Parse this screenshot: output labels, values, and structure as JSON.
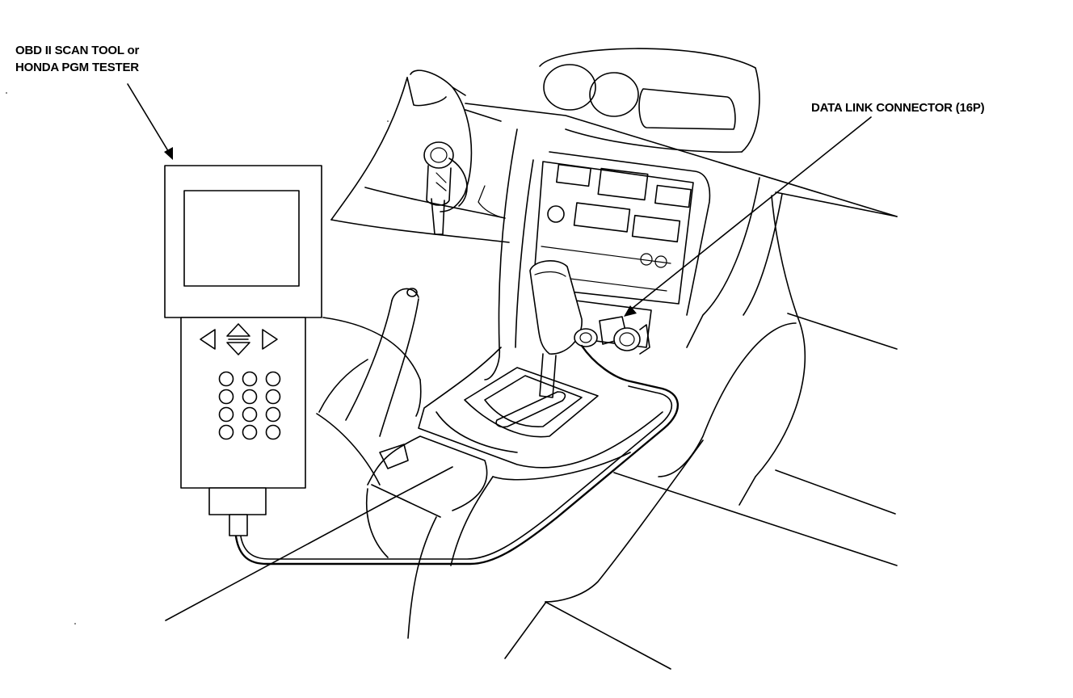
{
  "labels": {
    "scan_tool_line1": "OBD II SCAN TOOL or",
    "scan_tool_line2": "HONDA PGM TESTER",
    "data_link_connector": "DATA LINK CONNECTOR (16P)"
  },
  "icons": [
    "arrow-left-icon",
    "arrow-up-down-icon",
    "arrow-right-icon"
  ],
  "keypad": {
    "rows": 4,
    "columns": 3
  },
  "colors": {
    "ink": "#000000",
    "paper": "#ffffff"
  }
}
